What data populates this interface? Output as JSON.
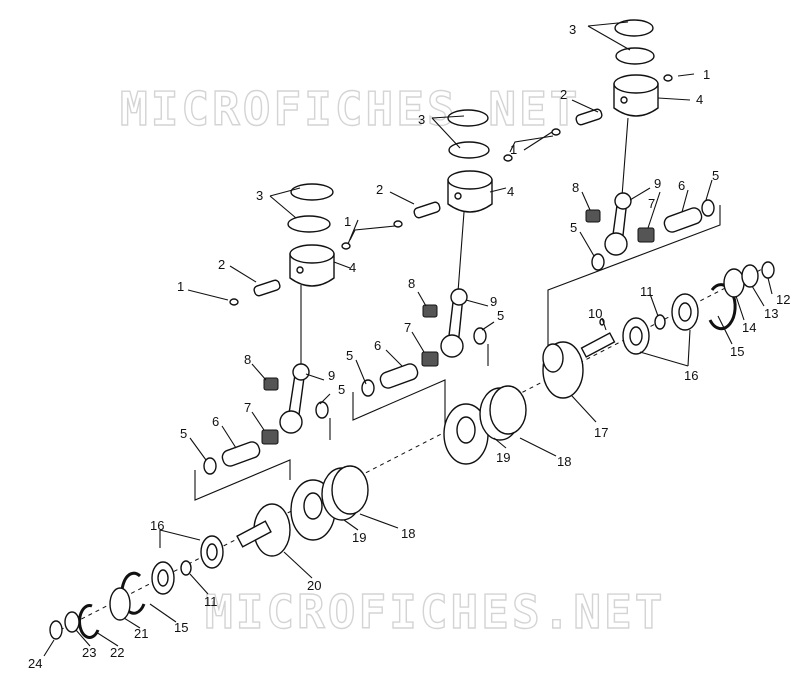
{
  "watermark": "MICROFICHES.NET",
  "callouts": [
    "1",
    "1",
    "1",
    "1",
    "2",
    "2",
    "2",
    "3",
    "3",
    "3",
    "4",
    "4",
    "4",
    "5",
    "5",
    "5",
    "5",
    "5",
    "5",
    "6",
    "6",
    "6",
    "7",
    "7",
    "7",
    "8",
    "8",
    "8",
    "9",
    "9",
    "9",
    "10",
    "11",
    "11",
    "12",
    "13",
    "14",
    "15",
    "15",
    "16",
    "16",
    "17",
    "18",
    "18",
    "19",
    "19",
    "20",
    "21",
    "22",
    "23",
    "24"
  ]
}
